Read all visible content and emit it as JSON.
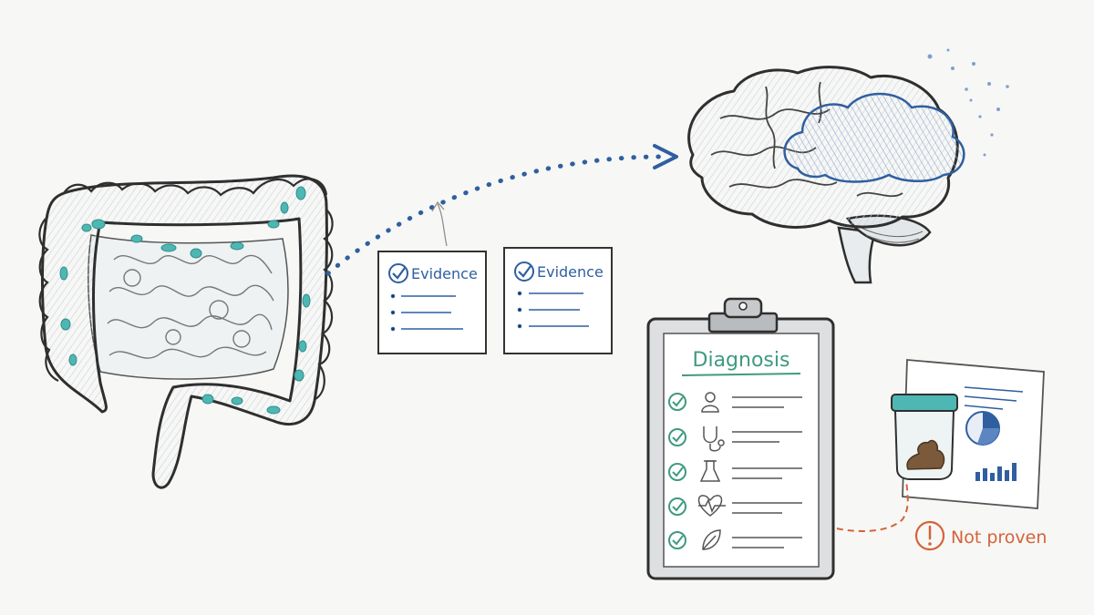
{
  "cards": [
    {
      "label": "Evidence"
    },
    {
      "label": "Evidence"
    }
  ],
  "clipboard": {
    "title": "Diagnosis",
    "rows": [
      {
        "icon": "person-icon"
      },
      {
        "icon": "stethoscope-icon"
      },
      {
        "icon": "flask-icon"
      },
      {
        "icon": "heartbeat-icon"
      },
      {
        "icon": "leaf-icon"
      }
    ]
  },
  "warning": {
    "label": "Not proven"
  },
  "colors": {
    "blue": "#2f5fa0",
    "teal": "#4fb7b3",
    "orange": "#d4633a",
    "green": "#3f9a7f",
    "outline": "#333333"
  }
}
